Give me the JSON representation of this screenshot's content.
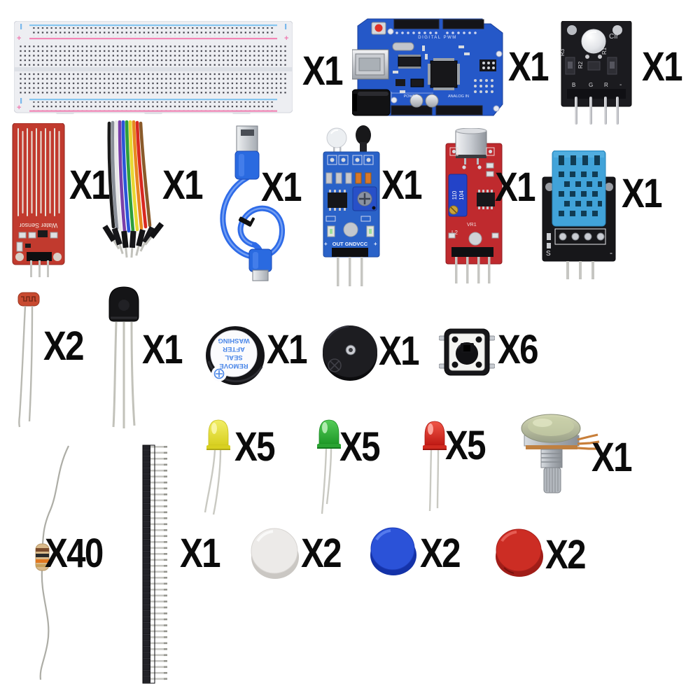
{
  "page": {
    "background": "#ffffff",
    "description": "Arduino starter kit parts laid out with quantity labels"
  },
  "colors": {
    "label_text": "#0b0b0b",
    "breadboard_body": "#edeef2",
    "rail_blue": "#86c6f0",
    "rail_pink": "#f285b5",
    "arduino_pcb": "#2558c8",
    "rgb_module_pcb": "#1b1b1f",
    "water_pcb": "#c13a2e",
    "usb_cable_blue": "#2e6be8",
    "flame_pcb": "#2a62c8",
    "sound_pcb": "#bf2a2e",
    "dht_block_blue": "#41a3d9",
    "led_yellow": "#e8e232",
    "led_green": "#35b83a",
    "led_red": "#e53226",
    "cap_white": "#eceae8",
    "cap_blue": "#2b52d8",
    "cap_red": "#cc2d24",
    "buzzer_sticker_text": "#4a86e8"
  },
  "items": [
    {
      "id": "breadboard",
      "label": "X1"
    },
    {
      "id": "arduino-uno",
      "label": "X1",
      "silk": {
        "digital": "DIGITAL PWM",
        "power": "POWER",
        "analog": "ANALOG IN"
      }
    },
    {
      "id": "rgb-led-module",
      "label": "X1",
      "silk": {
        "corner": "CIr",
        "r3": "R3",
        "r2": "R2",
        "r1": "R1",
        "b": "B",
        "g": "G",
        "r": "R",
        "minus": "-"
      }
    },
    {
      "id": "water-sensor",
      "label": "X1",
      "silk": {
        "name": "Water Sensor"
      }
    },
    {
      "id": "jumper-wires",
      "label": "X1"
    },
    {
      "id": "usb-cable",
      "label": "X1"
    },
    {
      "id": "flame-sensor",
      "label": "X1",
      "silk": {
        "pins": "OUT GNDVCC",
        "plus": "+"
      }
    },
    {
      "id": "sound-sensor",
      "label": "X1",
      "silk": {
        "t1": "110",
        "t2": "104",
        "vr": "VR1",
        "l2": "L2"
      }
    },
    {
      "id": "dht11-module",
      "label": "X1",
      "silk": {
        "s": "S",
        "minus": "-"
      }
    },
    {
      "id": "photoresistor",
      "label": "X2"
    },
    {
      "id": "transistor",
      "label": "X1"
    },
    {
      "id": "active-buzzer",
      "label": "X1",
      "sticker": [
        "REMOVE",
        "SEAL",
        "AFTER",
        "WASHING"
      ]
    },
    {
      "id": "passive-buzzer",
      "label": "X1"
    },
    {
      "id": "tactile-button",
      "label": "X6"
    },
    {
      "id": "led-yellow",
      "label": "X5"
    },
    {
      "id": "led-green",
      "label": "X5"
    },
    {
      "id": "led-red",
      "label": "X5"
    },
    {
      "id": "potentiometer",
      "label": "X1"
    },
    {
      "id": "resistor",
      "label": "X40"
    },
    {
      "id": "pin-header-40",
      "label": "X1"
    },
    {
      "id": "button-cap-white",
      "label": "X2"
    },
    {
      "id": "button-cap-blue",
      "label": "X2"
    },
    {
      "id": "button-cap-red",
      "label": "X2"
    }
  ]
}
